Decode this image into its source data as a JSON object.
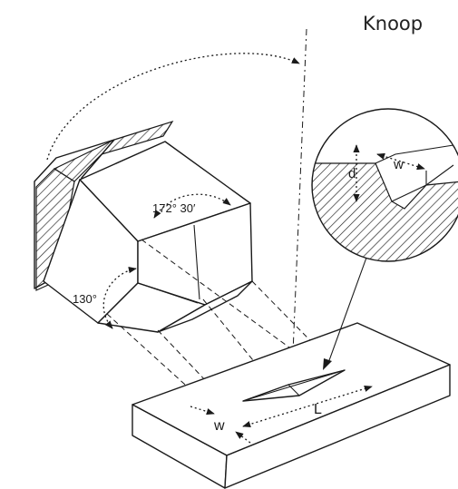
{
  "diagram": {
    "title": "Knoop",
    "labels": {
      "angle_long": "172° 30′",
      "angle_short": "130°",
      "indent_length": "L",
      "indent_width": "w",
      "detail_width": "w",
      "detail_depth": "d"
    }
  }
}
